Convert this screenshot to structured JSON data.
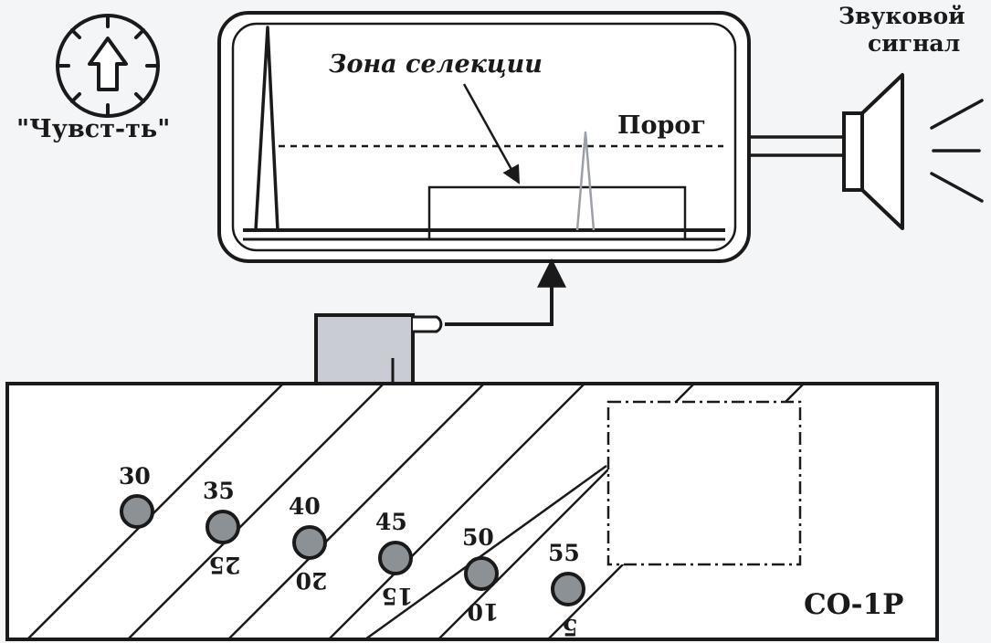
{
  "labels": {
    "sensitivity": "\"Чувст-ть\"",
    "selection_zone": "Зона селекции",
    "threshold": "Порог",
    "sound_signal_line1": "Звуковой",
    "sound_signal_line2": "сигнал",
    "block_name": "СО-1Р"
  },
  "holes": [
    {
      "label_top": "30",
      "label_bottom": ""
    },
    {
      "label_top": "35",
      "label_bottom": "25"
    },
    {
      "label_top": "40",
      "label_bottom": "20"
    },
    {
      "label_top": "45",
      "label_bottom": "15"
    },
    {
      "label_top": "50",
      "label_bottom": "10"
    },
    {
      "label_top": "55",
      "label_bottom": "5"
    }
  ],
  "colors": {
    "ink": "#1a1a1a",
    "hole_fill": "#8c9196",
    "probe_fill": "#c9ccd2",
    "screen_fill": "#ffffff",
    "background": "#f3f5f6"
  }
}
